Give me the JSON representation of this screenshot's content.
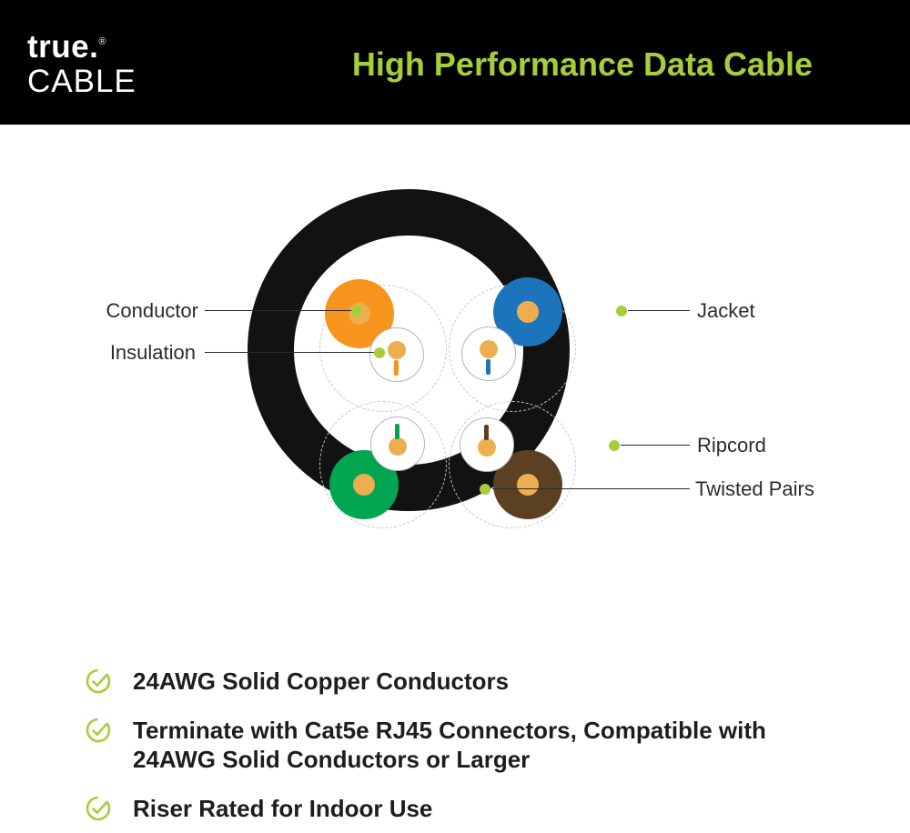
{
  "header": {
    "logo_line1": "true.",
    "logo_reg": "®",
    "logo_line2": "CABLE",
    "title": "High Performance Data Cable"
  },
  "diagram": {
    "labels": {
      "conductor": "Conductor",
      "insulation": "Insulation",
      "jacket": "Jacket",
      "ripcord": "Ripcord",
      "twisted_pairs": "Twisted Pairs"
    },
    "colors": {
      "accent_green": "#a6ce39",
      "jacket_black": "#121212",
      "wire_orange": "#f7941e",
      "wire_blue": "#1c75bc",
      "wire_green": "#00a550",
      "wire_brown": "#5c4023",
      "conductor_gold": "#edae4f"
    }
  },
  "features": [
    "24AWG Solid Copper Conductors",
    "Terminate with Cat5e RJ45 Connectors, Compatible with 24AWG Solid Conductors or Larger",
    "Riser Rated for Indoor Use"
  ]
}
